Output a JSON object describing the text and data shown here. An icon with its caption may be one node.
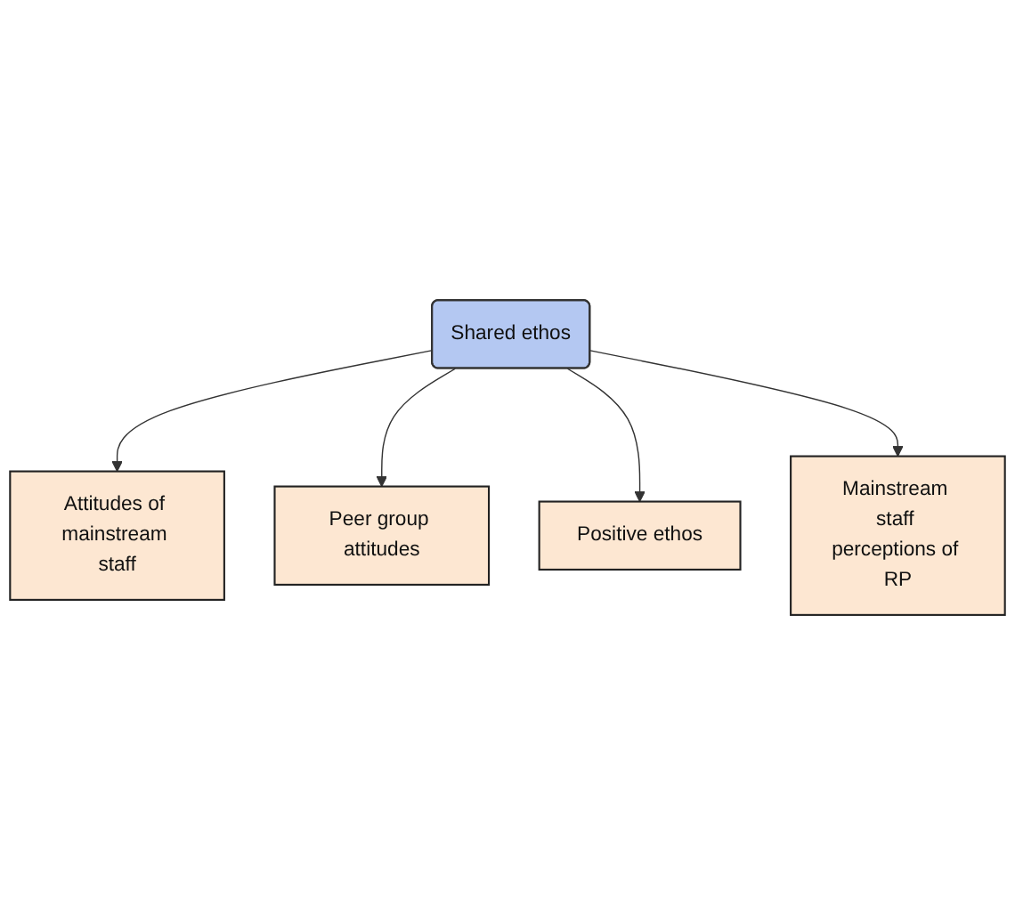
{
  "diagram": {
    "nodes": [
      {
        "text": [
          "Attitudes of mainstream staff"
        ]
      },
      {
        "text": [
          "Peer group attitudes"
        ]
      },
      {
        "text": [
          "Shared ethos"
        ]
      },
      {
        "text": [
          "Positive ethos"
        ]
      },
      {
        "text": [
          "Mainstream staff perceptions of RP"
        ]
      }
    ],
    "edges": [
      {
        "from": 2,
        "to": 0,
        "arrow": "to"
      },
      {
        "from": 2,
        "to": 1,
        "arrow": "to"
      },
      {
        "from": 2,
        "to": 3,
        "arrow": "to"
      },
      {
        "from": 2,
        "to": 4,
        "arrow": "to"
      }
    ]
  }
}
